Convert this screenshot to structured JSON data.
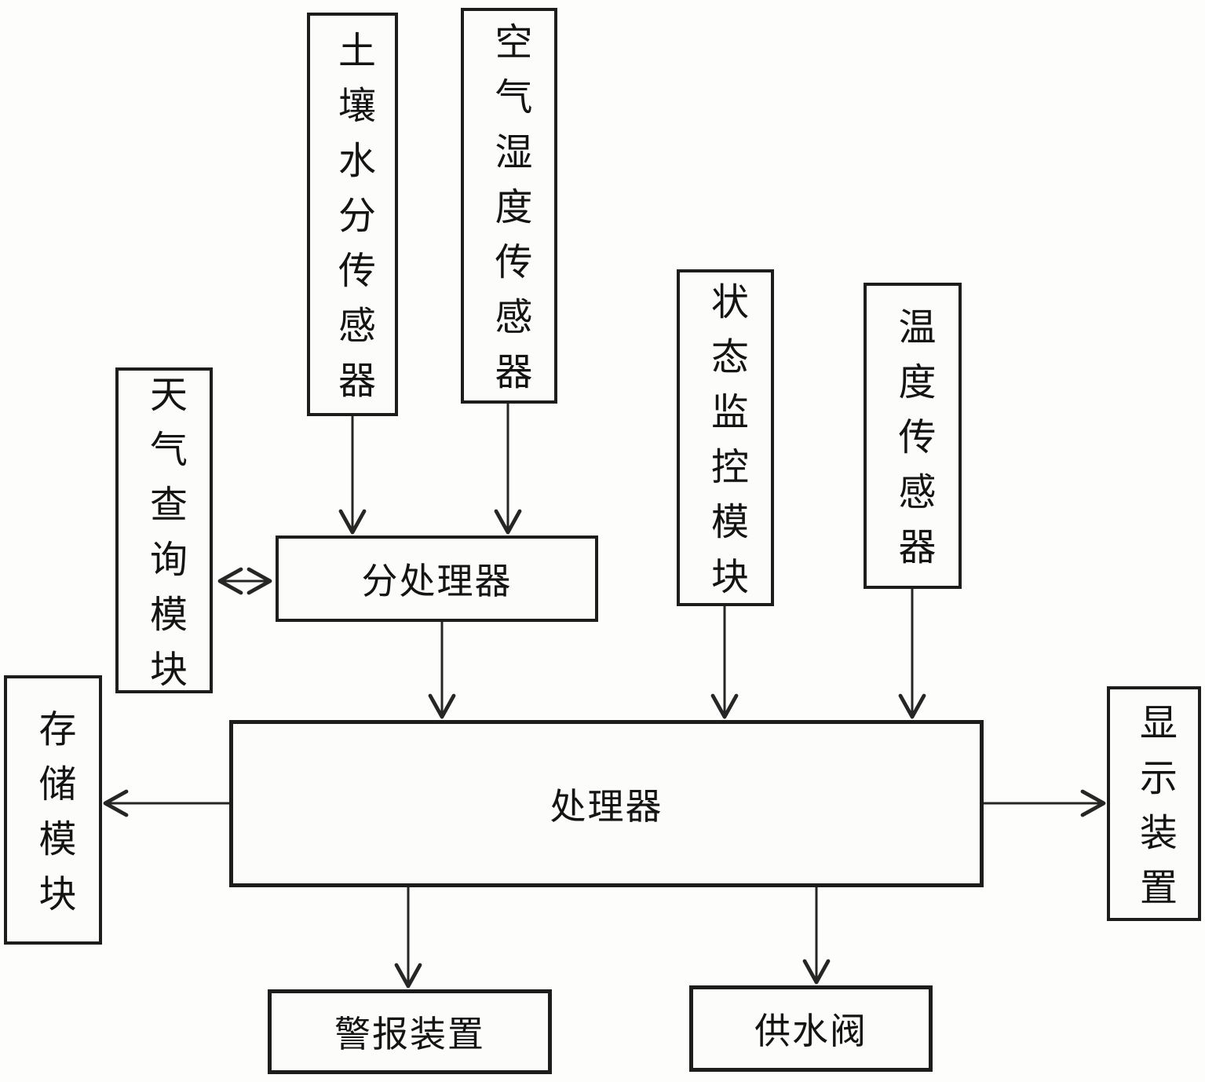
{
  "diagram": {
    "nodes": {
      "soil_moisture_sensor": {
        "label": "土壤水分传感器"
      },
      "air_humidity_sensor": {
        "label": "空气湿度传感器"
      },
      "status_monitor_module": {
        "label": "状态监控模块"
      },
      "temperature_sensor": {
        "label": "温度传感器"
      },
      "weather_query_module": {
        "label": "天气查询模块"
      },
      "storage_module": {
        "label": "存储模块"
      },
      "sub_processor": {
        "label": "分处理器"
      },
      "processor": {
        "label": "处理器"
      },
      "display_device": {
        "label": "显示装置"
      },
      "alarm_device": {
        "label": "警报装置"
      },
      "water_supply_valve": {
        "label": "供水阀"
      }
    },
    "edges": [
      {
        "from": "土壤水分传感器",
        "to": "分处理器",
        "type": "arrow"
      },
      {
        "from": "空气湿度传感器",
        "to": "分处理器",
        "type": "arrow"
      },
      {
        "from": "天气查询模块",
        "to": "分处理器",
        "type": "double-arrow"
      },
      {
        "from": "分处理器",
        "to": "处理器",
        "type": "arrow"
      },
      {
        "from": "状态监控模块",
        "to": "处理器",
        "type": "arrow"
      },
      {
        "from": "温度传感器",
        "to": "处理器",
        "type": "arrow"
      },
      {
        "from": "处理器",
        "to": "存储模块",
        "type": "arrow"
      },
      {
        "from": "处理器",
        "to": "显示装置",
        "type": "arrow"
      },
      {
        "from": "处理器",
        "to": "警报装置",
        "type": "arrow"
      },
      {
        "from": "处理器",
        "to": "供水阀",
        "type": "arrow"
      }
    ],
    "line_color": "#262626"
  }
}
